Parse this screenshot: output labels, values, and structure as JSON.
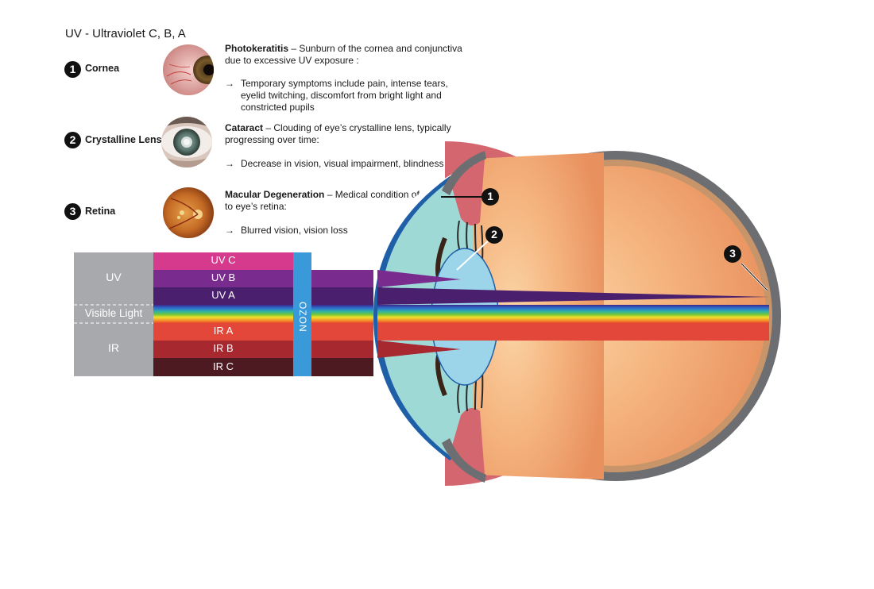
{
  "title": "UV  - Ultraviolet C, B, A",
  "parts": [
    {
      "number": "1",
      "name": "Cornea",
      "condition": "Photokeratitis",
      "description": " – Sunburn of the cornea and conjunctiva due to excessive UV exposure :",
      "symptoms": "Temporary symptoms include pain, intense tears, eyelid twitching, discomfort from bright light and constricted pupils",
      "arrow": "→"
    },
    {
      "number": "2",
      "name": "Crystalline Lens",
      "condition": "Cataract",
      "description": " – Clouding of eye’s crystalline lens, typically progressing over time:",
      "symptoms": "Decrease in vision, visual impairment, blindness",
      "arrow": "→"
    },
    {
      "number": "3",
      "name": "Retina",
      "condition": "Macular Degeneration",
      "description": " – Medical condition of damage to eye’s retina:",
      "symptoms": "Blurred vision, vision loss",
      "arrow": "→"
    }
  ],
  "spectrum": {
    "groups": {
      "uv": "UV",
      "visible": "Visible Light",
      "ir": "IR"
    },
    "bands": [
      {
        "label": "UV C",
        "color": "#d63a8d"
      },
      {
        "label": "UV B",
        "color": "#7a2c8e"
      },
      {
        "label": "UV A",
        "color": "#4a1f6e"
      },
      {
        "label": "IR A",
        "color": "#e2473a"
      },
      {
        "label": "IR B",
        "color": "#a8282f"
      },
      {
        "label": "IR C",
        "color": "#4e1a22"
      }
    ],
    "ozone": "OZON"
  },
  "eye_labels": [
    "1",
    "2",
    "3"
  ],
  "colors": {
    "group_gray": "#a7a9ac",
    "ozone_blue": "#3a9ad9",
    "eye_inner": "#f4b07a",
    "sclera_gray": "#6d6e71",
    "choroid_pink": "#d3666e",
    "cornea_aqua": "#9fd9d6",
    "lens_blue": "#9cd4ea"
  }
}
